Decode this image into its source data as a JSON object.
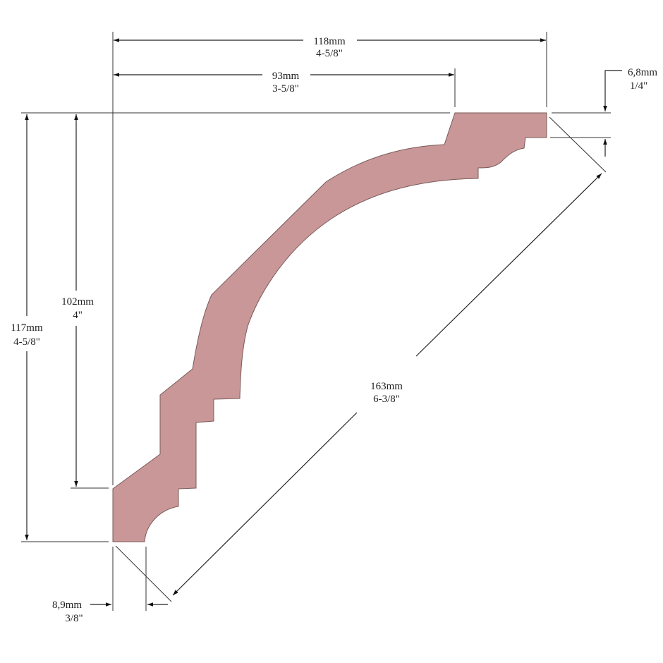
{
  "profile": {
    "fill_color": "#c99797",
    "stroke_color": "#7a5a5a"
  },
  "dimensions": {
    "overall_width": {
      "metric": "118mm",
      "imperial": "4-5/8\""
    },
    "top_flat_offset": {
      "metric": "93mm",
      "imperial": "3-5/8\""
    },
    "top_thickness": {
      "metric": "6,8mm",
      "imperial": "1/4\""
    },
    "wall_height": {
      "metric": "102mm",
      "imperial": "4\""
    },
    "overall_height": {
      "metric": "117mm",
      "imperial": "4-5/8\""
    },
    "face_length": {
      "metric": "163mm",
      "imperial": "6-3/8\""
    },
    "bottom_thickness": {
      "metric": "8,9mm",
      "imperial": "3/8\""
    }
  }
}
